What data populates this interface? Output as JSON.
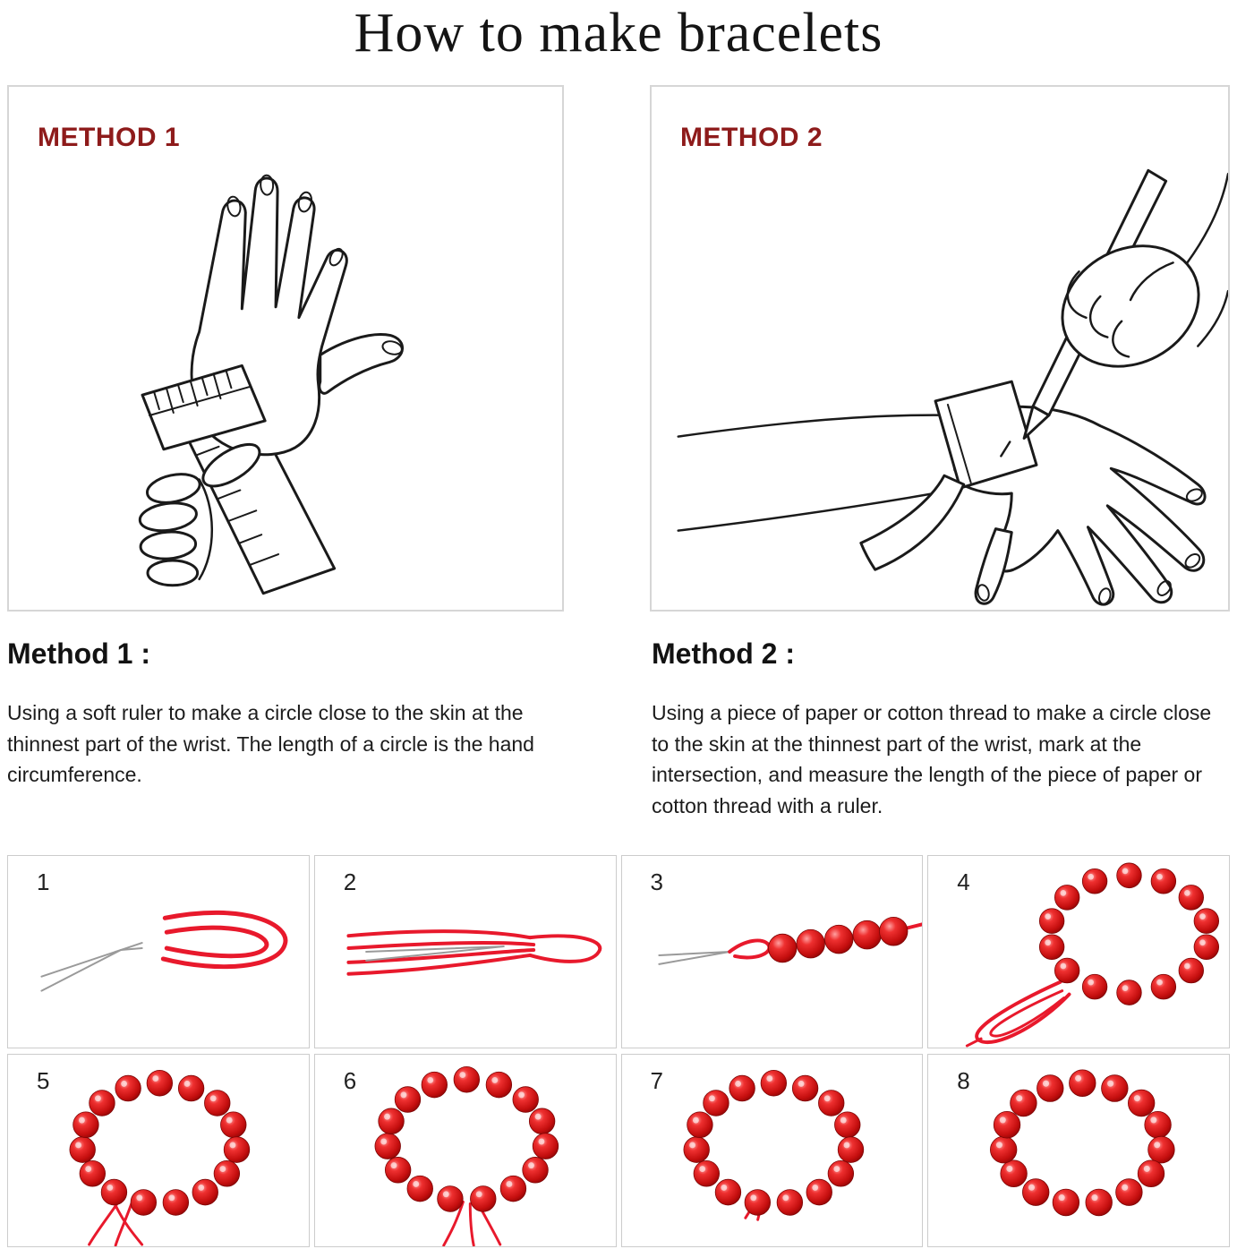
{
  "title": "How to make bracelets",
  "method_panels": [
    {
      "label": "METHOD 1"
    },
    {
      "label": "METHOD 2"
    }
  ],
  "method_texts": [
    {
      "heading": "Method 1 :",
      "description": "Using a soft ruler to make a circle close to the skin at the thinnest part of the wrist. The length of a circle is the hand circumference."
    },
    {
      "heading": "Method 2 :",
      "description": "Using a piece of paper or cotton thread to make a circle close to the skin at the thinnest part of the wrist, mark at the intersection, and measure the length of the piece of paper or cotton thread with a ruler."
    }
  ],
  "steps": [
    {
      "number": "1"
    },
    {
      "number": "2"
    },
    {
      "number": "3"
    },
    {
      "number": "4"
    },
    {
      "number": "5"
    },
    {
      "number": "6"
    },
    {
      "number": "7"
    },
    {
      "number": "8"
    }
  ],
  "colors": {
    "method_label": "#8e1b1b",
    "bead_red": "#c40e0e",
    "cord_red": "#e8192c",
    "line_art": "#1a1a1a",
    "panel_border": "#d6d6d6",
    "step_border": "#cccccc"
  }
}
